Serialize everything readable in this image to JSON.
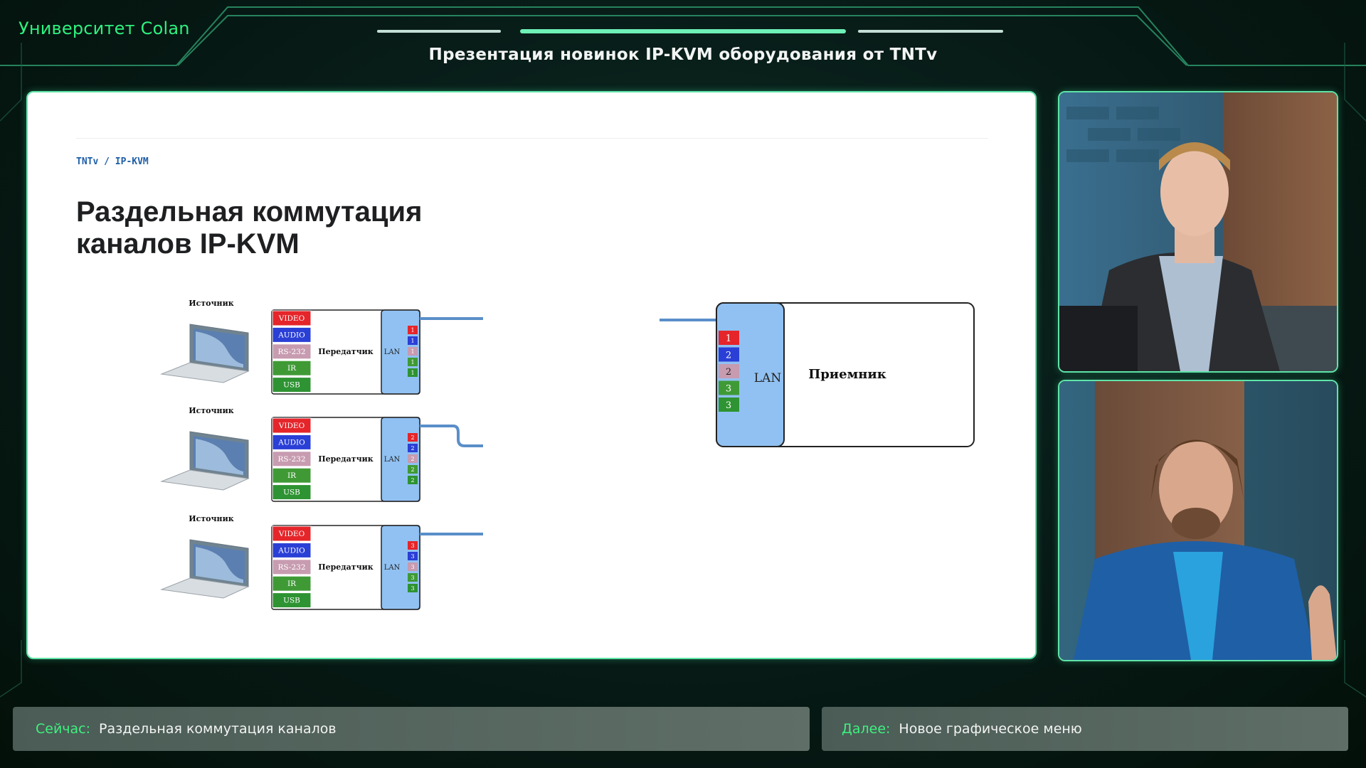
{
  "brand": "Университет Colan",
  "event_title": "Презентация новинок IP-KVM оборудования от TNTv",
  "slide": {
    "breadcrumb": "TNTv / IP-KVM",
    "title_line1": "Раздельная коммутация",
    "title_line2": "каналов IP-KVM",
    "source_label": "Источник",
    "transmitter_label": "Передатчик",
    "receiver_label": "Приемник",
    "lan_label": "LAN",
    "ports": [
      "VIDEO",
      "AUDIO",
      "RS-232",
      "IR",
      "USB"
    ],
    "port_colors": [
      "#e5252a",
      "#2a3fd6",
      "#c79bb0",
      "#3f9a36",
      "#2e9332"
    ],
    "receiver_slots": [
      "1",
      "2",
      "2",
      "3",
      "3"
    ],
    "tx_slots": [
      [
        "1",
        "1",
        "1",
        "1",
        "1"
      ],
      [
        "2",
        "2",
        "2",
        "2",
        "2"
      ],
      [
        "3",
        "3",
        "3",
        "3",
        "3"
      ]
    ]
  },
  "cameras": [
    {
      "name": "presenter-top"
    },
    {
      "name": "presenter-bottom"
    }
  ],
  "now": {
    "label": "Сейчас:",
    "text": "Раздельная коммутация каналов"
  },
  "next": {
    "label": "Далее:",
    "text": "Новое графическое меню"
  },
  "colors": {
    "accent": "#2ef07f",
    "frame": "#5fe3a8",
    "lan_blue": "#91c1f2"
  }
}
